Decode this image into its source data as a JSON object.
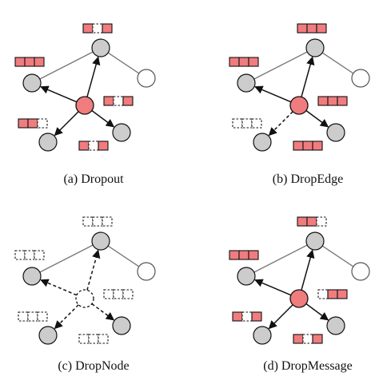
{
  "colors": {
    "node_fill": "#cccccc",
    "center_fill": "#f07c7e",
    "empty_fill": "#ffffff",
    "stroke": "#111111",
    "undirected_edge": "#777777",
    "feature_fill": "#f07c7e"
  },
  "panels": [
    {
      "caption": "(a) Dropout",
      "center_dropped": false,
      "edges": [
        "solid",
        "solid",
        "solid",
        "solid"
      ],
      "features": [
        "partial-mid",
        "full",
        "partial-mid",
        "partial-last",
        "partial-mid"
      ]
    },
    {
      "caption": "(b) DropEdge",
      "center_dropped": false,
      "edges": [
        "solid",
        "solid",
        "dropped",
        "solid"
      ],
      "features": [
        "full",
        "full",
        "full",
        "dropped",
        "full"
      ]
    },
    {
      "caption": "(c) DropNode",
      "center_dropped": true,
      "edges": [
        "dropped",
        "dropped",
        "dropped",
        "dropped"
      ],
      "features": [
        "dropped",
        "dropped",
        "dropped",
        "dropped",
        "dropped"
      ]
    },
    {
      "caption": "(d) DropMessage",
      "center_dropped": false,
      "edges": [
        "solid",
        "solid",
        "solid",
        "solid"
      ],
      "features": [
        "partial-last",
        "full",
        "partial-first",
        "partial-mid",
        "partial-mid"
      ]
    }
  ]
}
